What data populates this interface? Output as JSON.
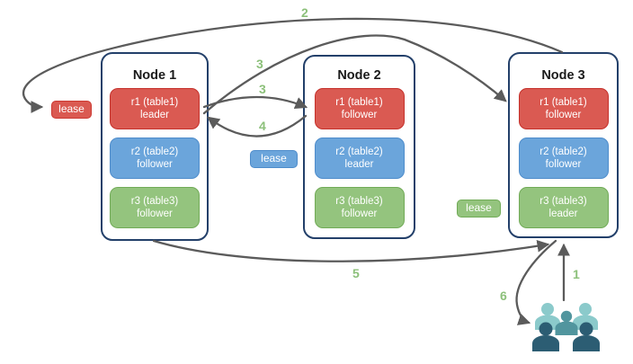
{
  "nodes": [
    {
      "title": "Node 1",
      "replicas": [
        {
          "name": "r1 (table1)",
          "role": "leader",
          "color": "red"
        },
        {
          "name": "r2 (table2)",
          "role": "follower",
          "color": "blue"
        },
        {
          "name": "r3 (table3)",
          "role": "follower",
          "color": "green"
        }
      ]
    },
    {
      "title": "Node 2",
      "replicas": [
        {
          "name": "r1 (table1)",
          "role": "follower",
          "color": "red"
        },
        {
          "name": "r2 (table2)",
          "role": "leader",
          "color": "blue"
        },
        {
          "name": "r3 (table3)",
          "role": "follower",
          "color": "green"
        }
      ]
    },
    {
      "title": "Node 3",
      "replicas": [
        {
          "name": "r1 (table1)",
          "role": "follower",
          "color": "red"
        },
        {
          "name": "r2 (table2)",
          "role": "follower",
          "color": "blue"
        },
        {
          "name": "r3 (table3)",
          "role": "leader",
          "color": "green"
        }
      ]
    }
  ],
  "leases": [
    {
      "label": "lease",
      "color": "#DA5A52"
    },
    {
      "label": "lease",
      "color": "#6BA5DB"
    },
    {
      "label": "lease",
      "color": "#94C47E"
    }
  ],
  "steps": {
    "s1": "1",
    "s2": "2",
    "s3a": "3",
    "s3b": "3",
    "s4": "4",
    "s5": "5",
    "s6": "6"
  },
  "icons": {
    "users": "users-group-icon"
  },
  "colors": {
    "replica_red": "#DA5A52",
    "replica_red_border": "#C5312B",
    "replica_blue": "#6BA5DB",
    "replica_blue_border": "#4E8CCB",
    "replica_green": "#94C47E",
    "replica_green_border": "#71AB57",
    "node_border": "#23406A",
    "arrow": "#5B5B5B",
    "step_label": "#8CC07A",
    "users_light": "#8BCACB",
    "users_medium": "#51959E",
    "users_dark": "#2C5D73"
  }
}
